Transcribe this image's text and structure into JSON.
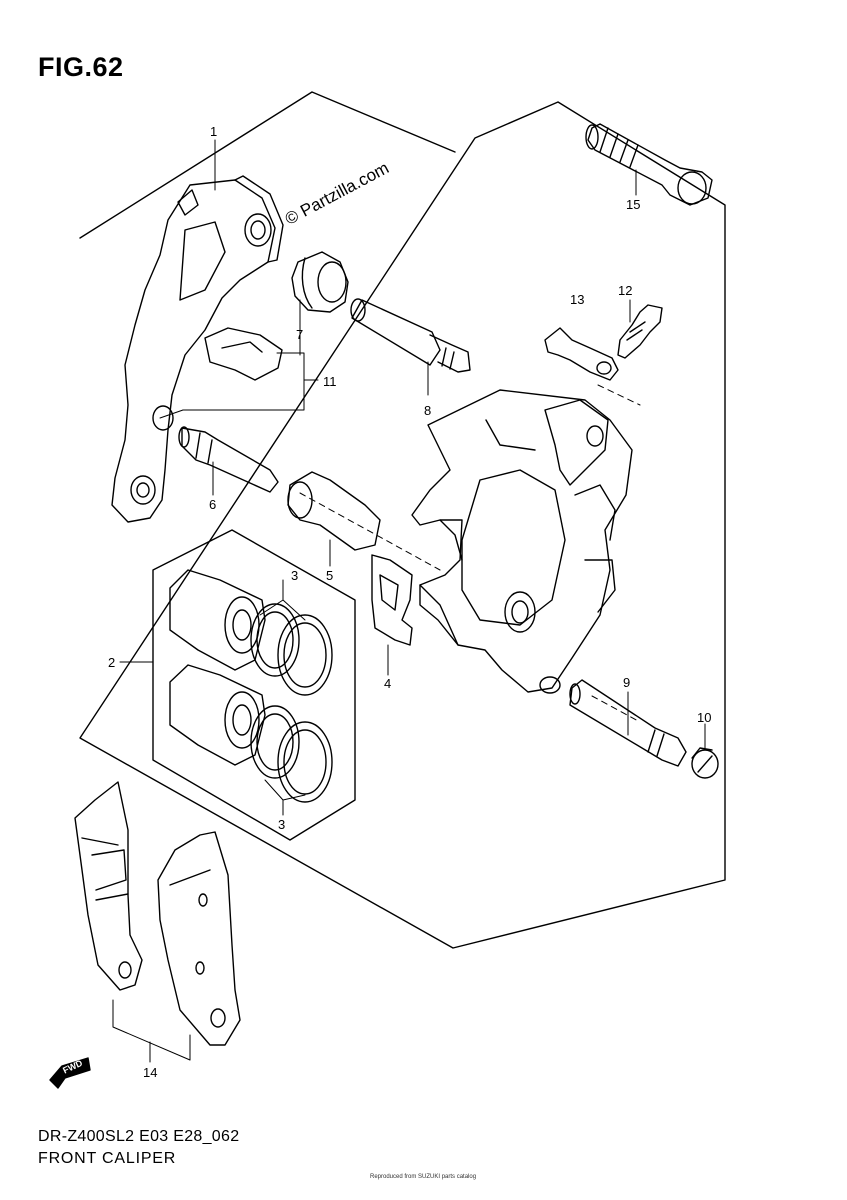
{
  "figure": {
    "title": "FIG.62",
    "watermark": "© Partzilla.com",
    "model_code": "DR-Z400SL2 E03 E28_062",
    "diagram_name": "FRONT CALIPER",
    "footer_small": "Reproduced from SUZUKI parts catalog"
  },
  "callouts": [
    {
      "id": "1",
      "label": "1"
    },
    {
      "id": "2",
      "label": "2"
    },
    {
      "id": "3a",
      "label": "3"
    },
    {
      "id": "3b",
      "label": "3"
    },
    {
      "id": "4",
      "label": "4"
    },
    {
      "id": "5",
      "label": "5"
    },
    {
      "id": "6",
      "label": "6"
    },
    {
      "id": "7",
      "label": "7"
    },
    {
      "id": "8",
      "label": "8"
    },
    {
      "id": "9",
      "label": "9"
    },
    {
      "id": "10",
      "label": "10"
    },
    {
      "id": "11",
      "label": "11"
    },
    {
      "id": "12",
      "label": "12"
    },
    {
      "id": "13",
      "label": "13"
    },
    {
      "id": "14",
      "label": "14"
    },
    {
      "id": "15",
      "label": "15"
    }
  ],
  "fwd_indicator": {
    "label": "FWD",
    "icon": "fwd-arrow-icon"
  }
}
